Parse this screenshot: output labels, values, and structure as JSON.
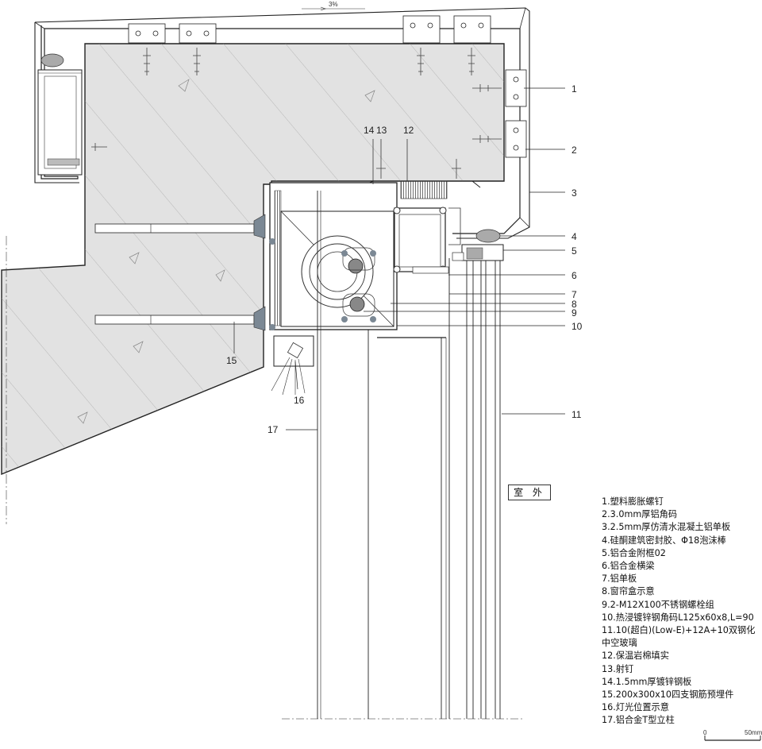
{
  "slope_label": "3%",
  "outside_label": "室 外",
  "callouts": [
    "1",
    "2",
    "3",
    "4",
    "5",
    "6",
    "7",
    "8",
    "9",
    "10",
    "11",
    "12",
    "13",
    "14",
    "15",
    "16",
    "17"
  ],
  "legend": [
    "1.塑料膨胀螺钉",
    "2.3.0mm厚铝角码",
    "3.2.5mm厚仿清水混凝土铝单板",
    "4.硅酮建筑密封胶、Φ18泡沫棒",
    "5.铝合金附框02",
    "6.铝合金横梁",
    "7.铝单板",
    "8.窗帘盒示意",
    "9.2-M12X100不锈钢螺栓组",
    "10.热浸镀锌钢角码L125x60x8,L=90",
    "11.10(超白)(Low-E)+12A+10双钢化中空玻璃",
    "12.保温岩棉填实",
    "13.射钉",
    "14.1.5mm厚镀锌钢板",
    "15.200x300x10四支钢筋预埋件",
    "16.灯光位置示意",
    "17.铝合金T型立柱"
  ],
  "scale": {
    "start": "0",
    "end": "50mm"
  }
}
